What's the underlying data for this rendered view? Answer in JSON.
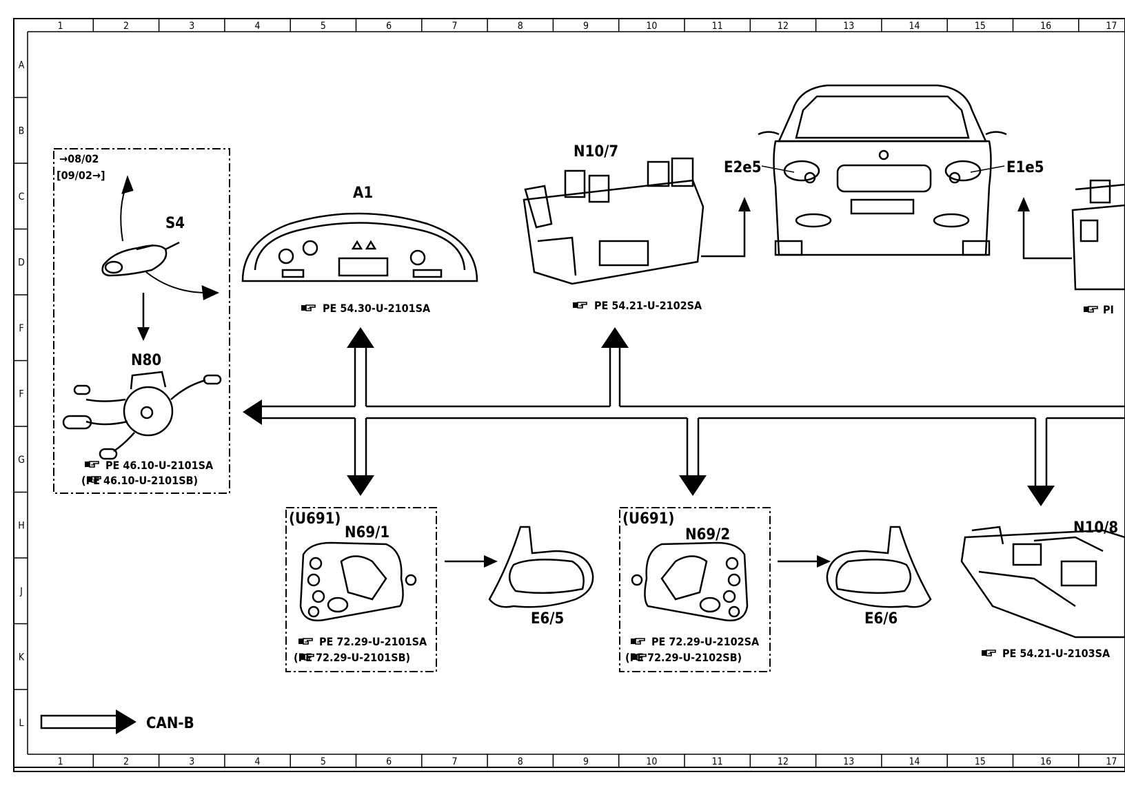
{
  "grid": {
    "columns": [
      "1",
      "2",
      "3",
      "4",
      "5",
      "6",
      "7",
      "8",
      "9",
      "10",
      "11",
      "12",
      "13",
      "14",
      "15",
      "16",
      "17"
    ],
    "rows": [
      "A",
      "B",
      "C",
      "D",
      "F",
      "F",
      "G",
      "H",
      "J",
      "K",
      "L"
    ]
  },
  "components": {
    "s4": {
      "label": "S4",
      "date_from": "→08/02",
      "date_to": "[09/02→]"
    },
    "n80": {
      "label": "N80",
      "ref1": "PE  46.10-U-2101SA",
      "ref2": "(PE  46.10-U-2101SB)"
    },
    "a1": {
      "label": "A1",
      "ref": "PE  54.30-U-2101SA"
    },
    "n10_7": {
      "label": "N10/7",
      "ref": "PE  54.21-U-2102SA"
    },
    "e2e5": {
      "label": "E2e5"
    },
    "e1e5": {
      "label": "E1e5"
    },
    "right_module": {
      "ref": "PI"
    },
    "n69_1": {
      "code": "(U691)",
      "label": "N69/1",
      "ref1": "PE  72.29-U-2101SA",
      "ref2": "(PE  72.29-U-2101SB)"
    },
    "e6_5": {
      "label": "E6/5"
    },
    "n69_2": {
      "code": "(U691)",
      "label": "N69/2",
      "ref1": "PE  72.29-U-2102SA",
      "ref2": "(PE  72.29-U-2102SB)"
    },
    "e6_6": {
      "label": "E6/6"
    },
    "n10_8": {
      "label": "N10/8",
      "ref": "PE  54.21-U-2103SA"
    }
  },
  "legend": {
    "label": "CAN-B"
  },
  "icons": {
    "reference": "pointing-hand-icon"
  }
}
